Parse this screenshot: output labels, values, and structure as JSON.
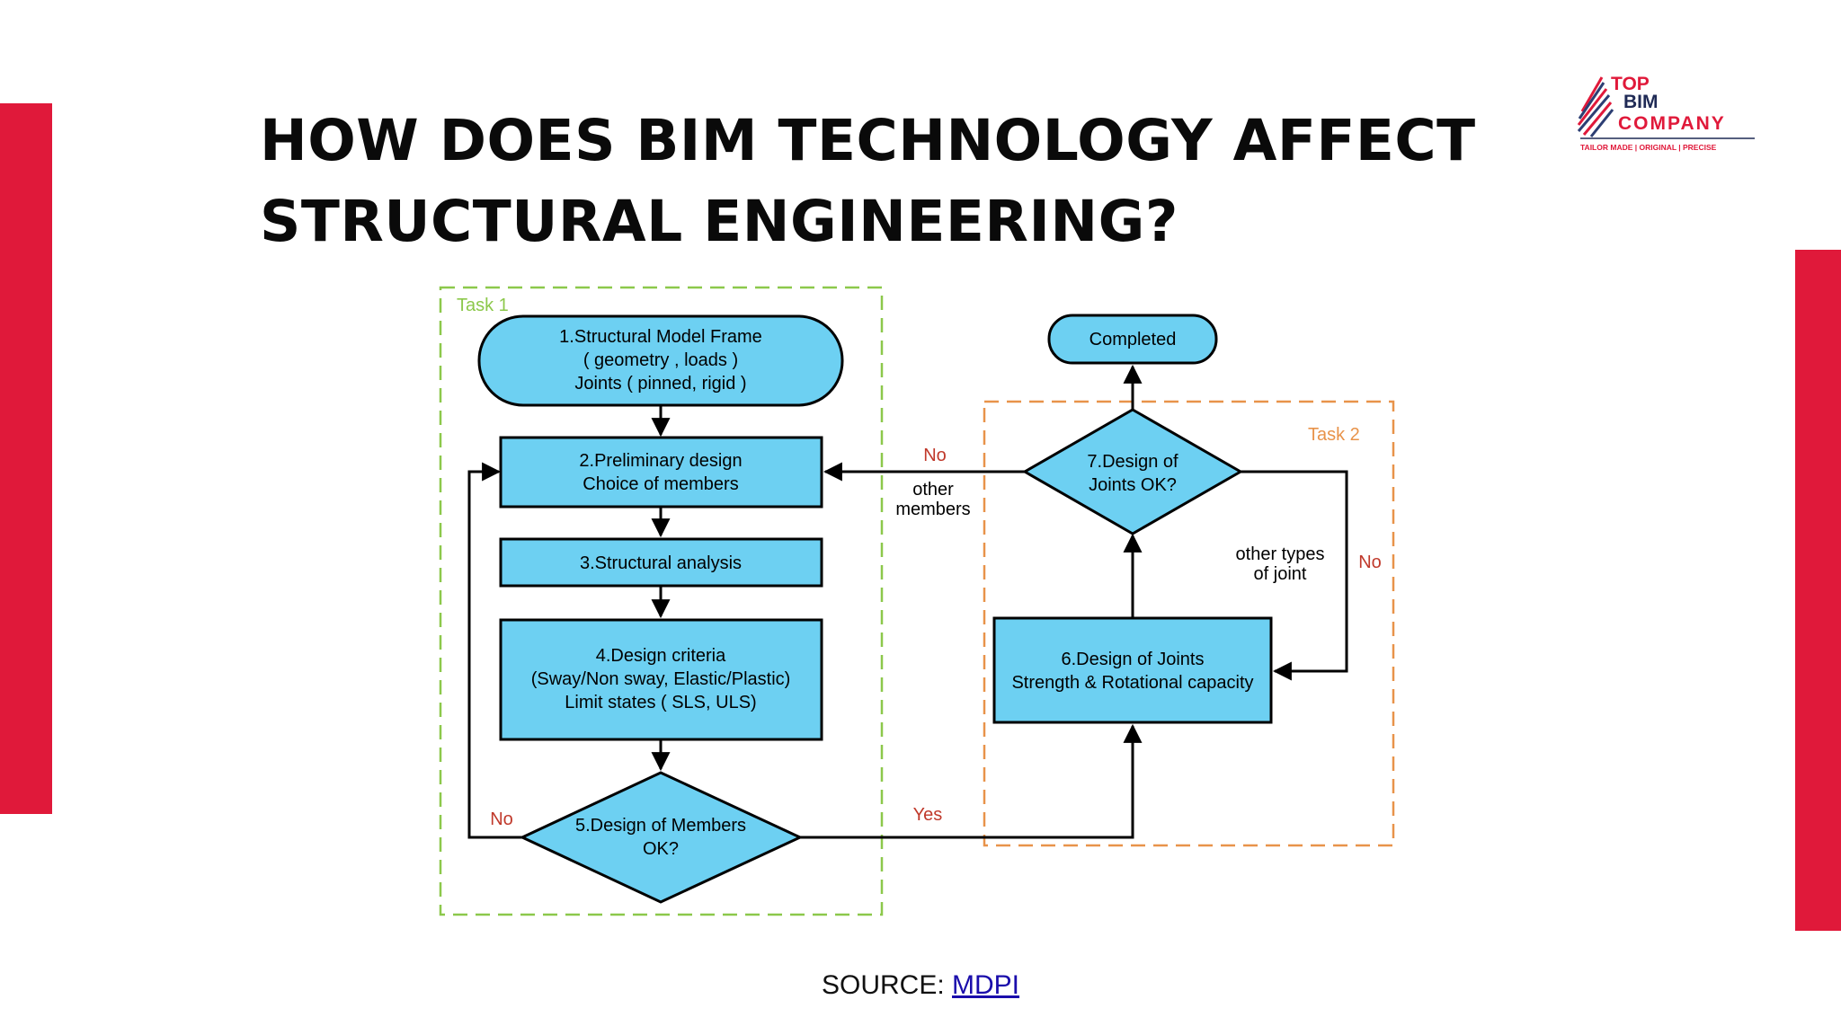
{
  "title": {
    "line1": "HOW DOES BIM TECHNOLOGY AFFECT",
    "line2": "STRUCTURAL ENGINEERING?"
  },
  "logo": {
    "line1": "TOP",
    "line2": "BIM",
    "line3": "COMPANY",
    "tagline": "TAILOR MADE | ORIGINAL | PRECISE"
  },
  "diagram": {
    "task1_label": "Task 1",
    "task2_label": "Task 2",
    "step1": [
      "1.Structural Model Frame",
      "( geometry , loads )",
      "Joints ( pinned, rigid )"
    ],
    "step2": [
      "2.Preliminary design",
      "Choice of members"
    ],
    "step3": "3.Structural analysis",
    "step4": [
      "4.Design criteria",
      "(Sway/Non sway, Elastic/Plastic)",
      "Limit states ( SLS, ULS)"
    ],
    "step5": [
      "5.Design of Members",
      "OK?"
    ],
    "step6": [
      "6.Design of Joints",
      "Strength & Rotational capacity"
    ],
    "step7": [
      "7.Design of",
      "Joints OK?"
    ],
    "completed": "Completed",
    "no_label": "No",
    "yes_label": "Yes",
    "other_members": [
      "other",
      "members"
    ],
    "other_joints": [
      "other types",
      "of joint"
    ],
    "colors": {
      "box_fill": "#6dd0f2",
      "task1_border": "#8cc84b",
      "task2_border": "#e8934a",
      "label_red": "#c0392b"
    }
  },
  "source": {
    "prefix": "SOURCE:",
    "link": "MDPI"
  }
}
